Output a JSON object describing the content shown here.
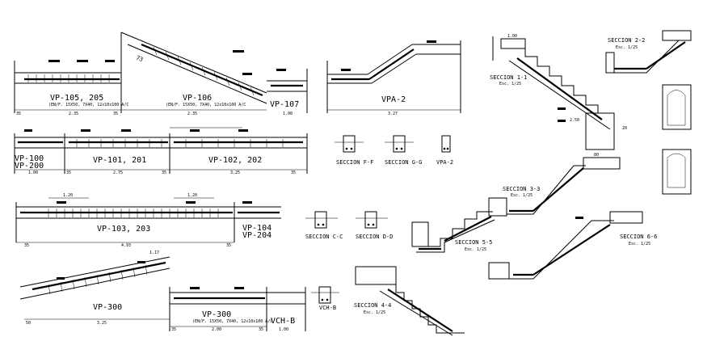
{
  "beams": [
    {
      "id": "vp105",
      "label": "VP-105, 205",
      "note": "(EN/F. 15X50, 7X40, 12x10x100 A/C",
      "dims": [
        "35",
        "2.35",
        "35"
      ]
    },
    {
      "id": "vp106",
      "label": "VP-106",
      "note": "(EN/F. 15X50, 7X40, 12x10x100 A/C",
      "dims": [
        "2.35"
      ]
    },
    {
      "id": "vp107",
      "label": "VP-107",
      "dims": [
        "1.00"
      ]
    },
    {
      "id": "vpa2",
      "label": "VPA-2",
      "dims": [
        "3.27"
      ]
    },
    {
      "id": "vp100",
      "label": "VP-100",
      "label2": "VP-200",
      "dims": [
        "1.00"
      ]
    },
    {
      "id": "vp101",
      "label": "VP-101, 201",
      "dims": [
        "35",
        "2.75",
        "35"
      ]
    },
    {
      "id": "vp102",
      "label": "VP-102, 202",
      "dims": [
        "3.25",
        "35"
      ]
    },
    {
      "id": "vp103",
      "label": "VP-103, 203",
      "dims": [
        "1.20",
        "1.20",
        "35",
        "4.93",
        "35"
      ]
    },
    {
      "id": "vp104",
      "label": "VP-104",
      "label2": "VP-204"
    },
    {
      "id": "vp300a",
      "label": "VP-300",
      "dims": [
        "50",
        "3.25"
      ]
    },
    {
      "id": "vp300b",
      "label": "VP-300",
      "note": "(EN/F. 15X50, 7X40, 12x10x100 A/C",
      "dims": [
        "35",
        "2.00",
        "35"
      ]
    },
    {
      "id": "vchb",
      "label": "VCH-B",
      "dims": [
        "1.00"
      ]
    }
  ],
  "sections": [
    {
      "id": "ff",
      "label": "SECCION F-F"
    },
    {
      "id": "gg",
      "label": "SECCION G-G"
    },
    {
      "id": "vpa2s",
      "label": "VPA-2"
    },
    {
      "id": "cc",
      "label": "SECCION C-C"
    },
    {
      "id": "dd",
      "label": "SECCION D-D"
    },
    {
      "id": "vchbs",
      "label": "VCH-B"
    },
    {
      "id": "s11",
      "label": "SECCION 1-1",
      "scale": "Esc. 1/25"
    },
    {
      "id": "s22",
      "label": "SECCION 2-2",
      "scale": "Esc. 1/25"
    },
    {
      "id": "s33",
      "label": "SECCION 3-3",
      "scale": "Esc. 1/25"
    },
    {
      "id": "s44",
      "label": "SECCION 4-4",
      "scale": "Esc. 1/25"
    },
    {
      "id": "s55",
      "label": "SECCION 5-5",
      "scale": "Esc. 1/25"
    },
    {
      "id": "s66",
      "label": "SECCION 6-6",
      "scale": "Esc. 1/25"
    }
  ],
  "dims_misc": {
    "d100": "1.00",
    "d250": "2.50",
    "d80": "80",
    "d20": "20",
    "d117": "1.17",
    "d73": "73"
  }
}
